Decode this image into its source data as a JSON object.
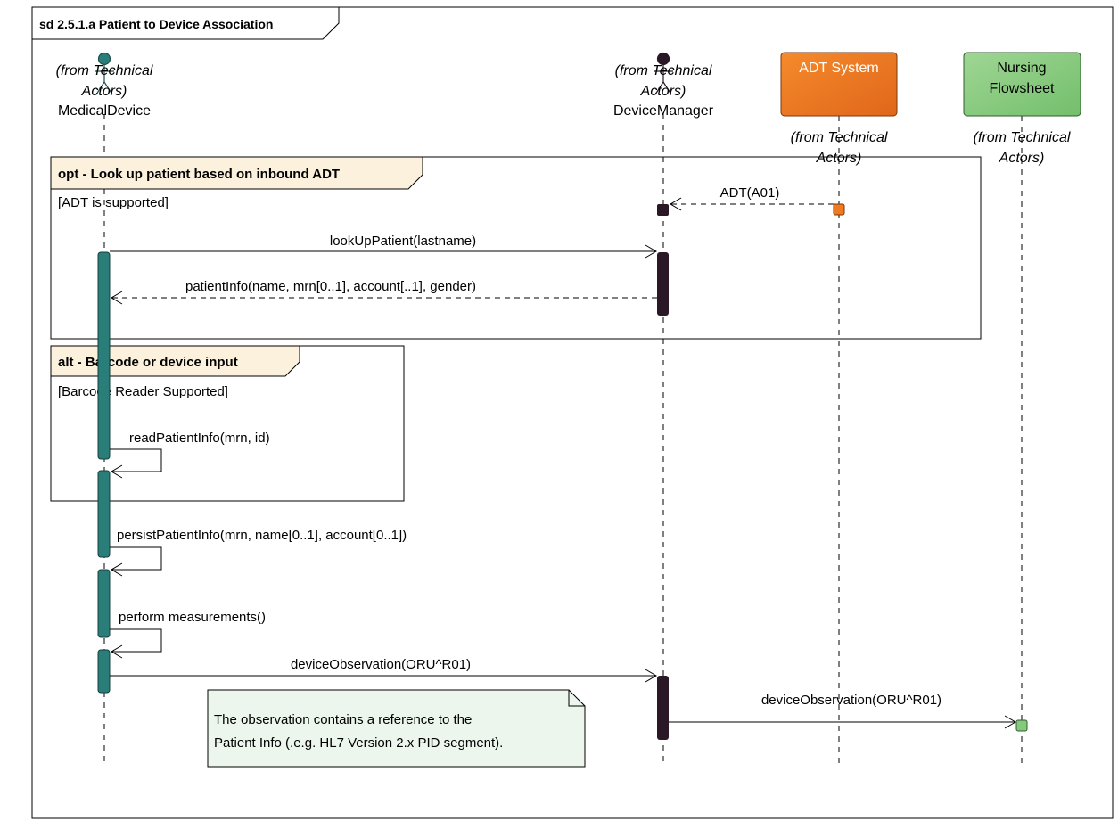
{
  "frame": {
    "title": "sd 2.5.1.a Patient to Device Association"
  },
  "lifelines": [
    {
      "id": "medical-device",
      "name": "MedicalDevice",
      "note_line1": "(from Technical",
      "note_line2": "Actors)",
      "kind": "actor",
      "color": "#2a7e79"
    },
    {
      "id": "device-manager",
      "name": "DeviceManager",
      "note_line1": "(from Technical",
      "note_line2": "Actors)",
      "kind": "actor",
      "color": "#2b1826"
    },
    {
      "id": "adt-system",
      "name": "ADT System",
      "note_line1": "(from Technical",
      "note_line2": "Actors)",
      "kind": "box",
      "color": "#f07a20"
    },
    {
      "id": "nursing-flowsheet",
      "name_line1": "Nursing",
      "name_line2": "Flowsheet",
      "note_line1": "(from Technical",
      "note_line2": "Actors)",
      "kind": "box",
      "color": "#86c97e"
    }
  ],
  "fragments": {
    "opt": {
      "label": "opt - Look up patient based on inbound ADT",
      "guard": "[ADT is supported]"
    },
    "alt": {
      "label": "alt - Barcode or device input",
      "guard": "[Barcode Reader Supported]"
    }
  },
  "messages": {
    "adt": "ADT(A01)",
    "lookup": "lookUpPatient(lastname)",
    "patient_info": "patientInfo(name, mrn[0..1],  account[..1], gender)",
    "read_patient": "readPatientInfo(mrn, id)",
    "persist": "persistPatientInfo(mrn, name[0..1], account[0..1])",
    "perform": "perform measurements()",
    "device_obs_1": "deviceObservation(ORU^R01)",
    "device_obs_2": "deviceObservation(ORU^R01)"
  },
  "note": {
    "line1": "The observation contains a reference to the",
    "line2": "Patient Info (.e.g. HL7 Version 2.x PID segment)."
  },
  "colors": {
    "teal": "#2a7e79",
    "dark": "#2b1826",
    "orange": "#f07a20",
    "green": "#86c97e",
    "fragment_tab": "#fbf1dc",
    "note_fill": "#edf6ec"
  }
}
